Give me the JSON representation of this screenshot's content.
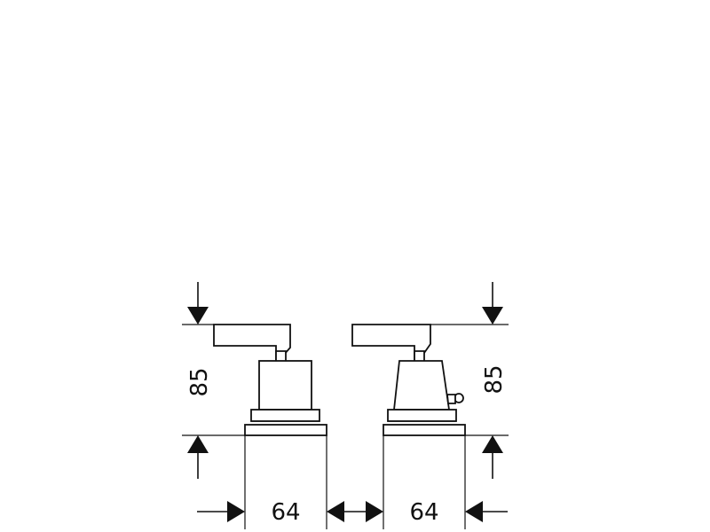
{
  "dimensions": {
    "height_left": "85",
    "height_right": "85",
    "width_left": "64",
    "width_right": "64"
  }
}
